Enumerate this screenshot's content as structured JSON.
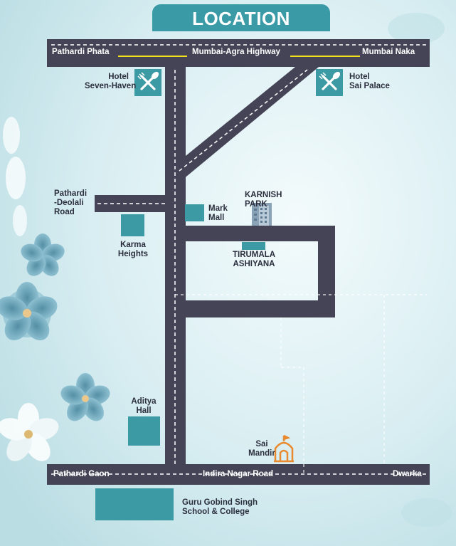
{
  "title": "LOCATION",
  "roads": {
    "top_left": "Pathardi Phata",
    "top_middle": "Mumbai-Agra Highway",
    "top_right": "Mumbai Naka",
    "bottom_left": "Pathardi Gaon",
    "bottom_middle": "Indira Nagar Road",
    "bottom_right": "Dwarka"
  },
  "labels": {
    "hotel_seven_haven_l1": "Hotel",
    "hotel_seven_haven_l2": "Seven-Haven",
    "hotel_sai_palace_l1": "Hotel",
    "hotel_sai_palace_l2": "Sai Palace",
    "pathardi_deolali_l1": "Pathardi",
    "pathardi_deolali_l2": "-Deolali",
    "pathardi_deolali_l3": "Road",
    "mark_mall_l1": "Mark",
    "mark_mall_l2": "Mall",
    "karnish_park_l1": "KARNISH",
    "karnish_park_l2": "PARK",
    "karma_heights_l1": "Karma",
    "karma_heights_l2": "Heights",
    "tirumala_l1": "TIRUMALA",
    "tirumala_l2": "ASHIYANA",
    "aditya_hall_l1": "Aditya",
    "aditya_hall_l2": "Hall",
    "sai_mandir_l1": "Sai",
    "sai_mandir_l2": "Mandir",
    "school_l1": "Guru Gobind Singh",
    "school_l2": "School & College"
  },
  "colors": {
    "road": "#454456",
    "marker": "#3b9aa3",
    "highway_line": "#f2e21c",
    "temple": "#e98a2e",
    "title_bg": "#3a9aa6"
  },
  "icons": [
    "restaurant-icon",
    "building-icon",
    "temple-icon",
    "flower-decoration"
  ]
}
